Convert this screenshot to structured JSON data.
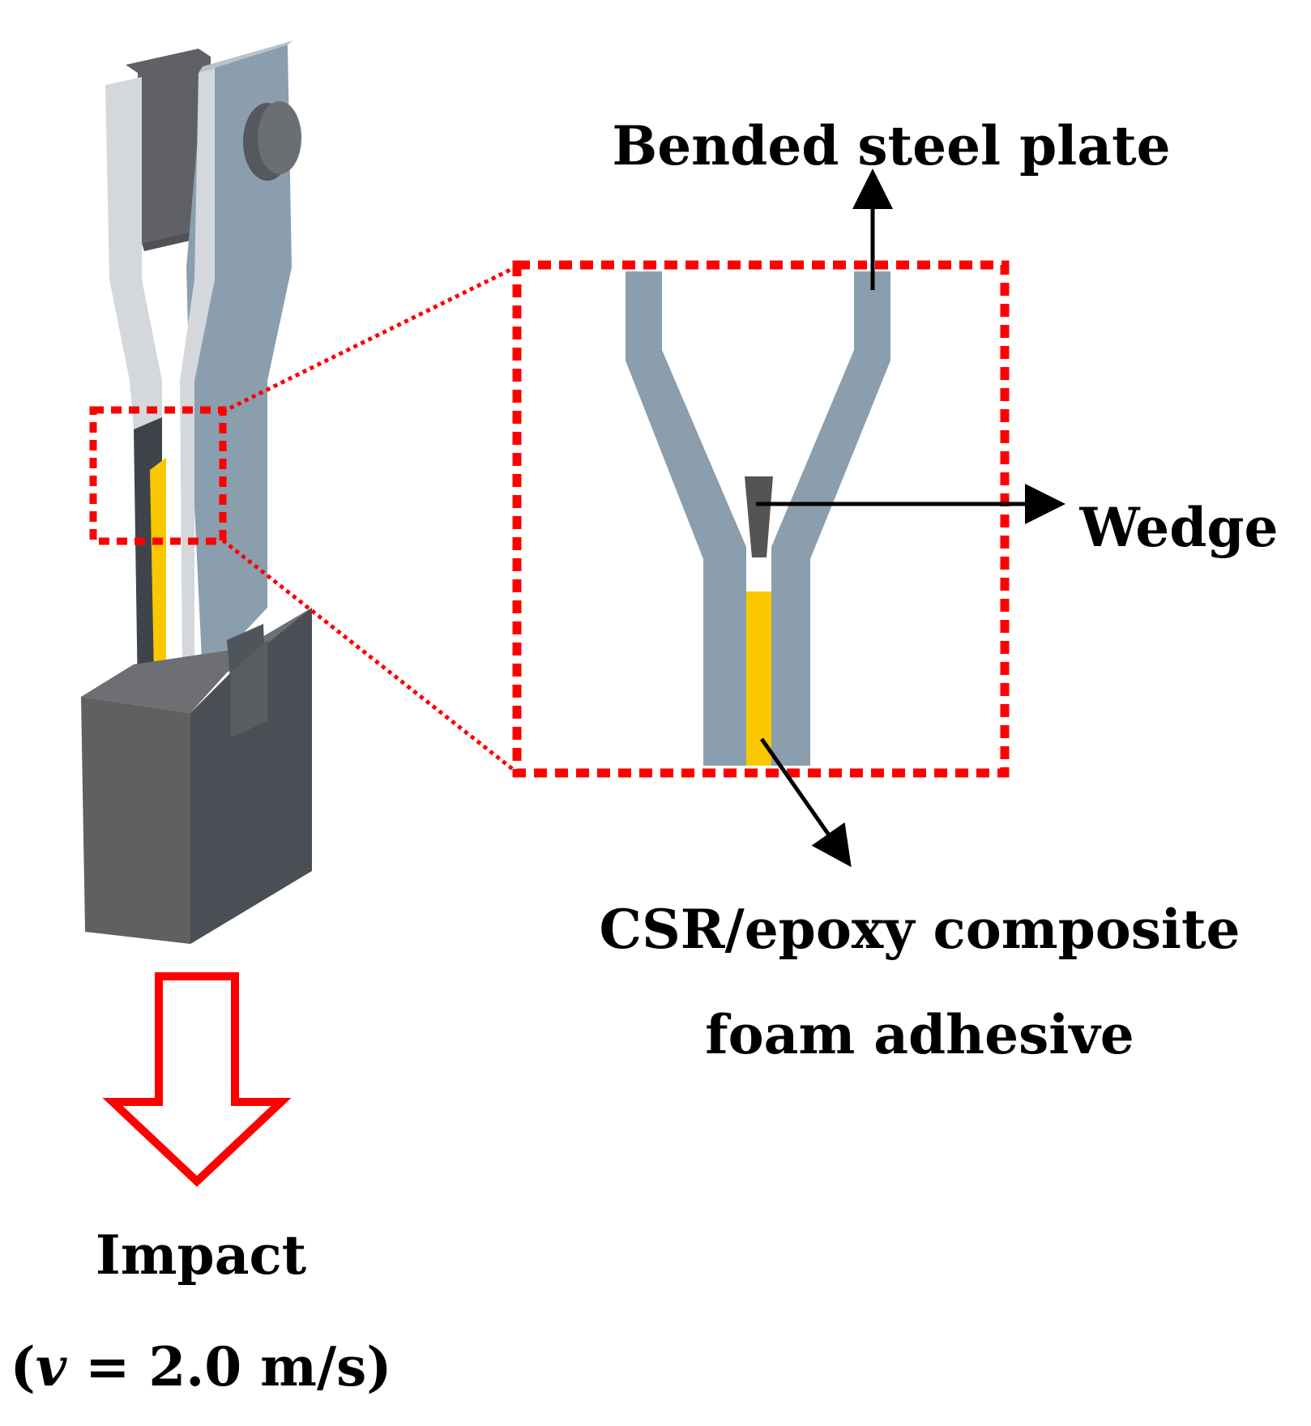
{
  "labels": {
    "bended_steel_plate": "Bended steel plate",
    "wedge": "Wedge",
    "adhesive_line1": "CSR/epoxy composite",
    "adhesive_line2": "foam adhesive",
    "impact": "Impact",
    "velocity_open": "(",
    "velocity_symbol": "v",
    "velocity_rest": " = 2.0 m/s)"
  },
  "colors": {
    "steel_plate": "#8a9eae",
    "steel_plate_light": "#d4d8dc",
    "adhesive": "#f9c800",
    "wedge": "#545454",
    "fixture_dark": "#4a4f56",
    "fixture_face": "#606060",
    "callout_box": "#ff0000",
    "impact_arrow": "#ff0000",
    "pointer_arrows": "#000000"
  },
  "icons": {
    "impact_arrow": "hollow-down-arrow",
    "zoom_box": "dotted-red-rectangle"
  }
}
